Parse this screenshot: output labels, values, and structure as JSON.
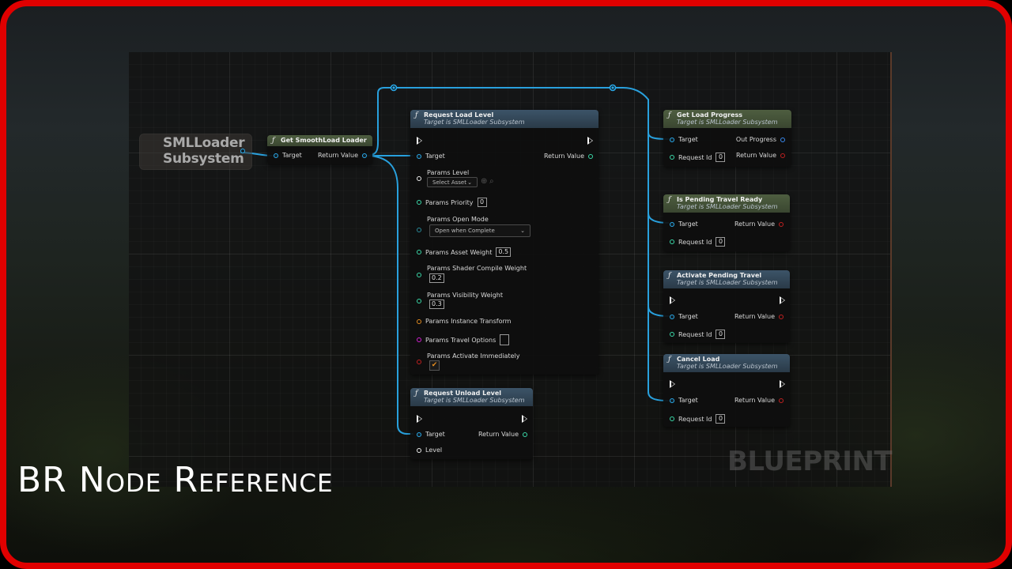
{
  "canvas": {
    "watermark": "BLUEPRINT",
    "title_overlay": "BR Node Reference"
  },
  "subsystem_node": {
    "label_line1": "SMLLoader",
    "label_line2": "Subsystem"
  },
  "get_loader": {
    "title": "Get SmoothLoad Loader",
    "target": "Target",
    "return_value": "Return Value"
  },
  "request_load": {
    "title": "Request Load Level",
    "subtitle": "Target is SMLLoader Subsystem",
    "target": "Target",
    "return_value": "Return Value",
    "params_level": "Params Level",
    "level_select": "Select Asset",
    "params_priority": "Params Priority",
    "priority_value": "0",
    "params_open_mode": "Params Open Mode",
    "open_mode_value": "Open when Complete",
    "params_asset_weight": "Params Asset Weight",
    "asset_weight_value": "0.5",
    "params_shader_weight": "Params Shader Compile Weight",
    "shader_weight_value": "0.2",
    "params_visibility_weight": "Params Visibility Weight",
    "visibility_weight_value": "0.3",
    "params_instance_transform": "Params Instance Transform",
    "params_travel_options": "Params Travel Options",
    "params_activate_immediately": "Params Activate Immediately",
    "activate_immediately": true
  },
  "request_unload": {
    "title": "Request Unload Level",
    "subtitle": "Target is SMLLoader Subsystem",
    "target": "Target",
    "return_value": "Return Value",
    "level": "Level"
  },
  "get_progress": {
    "title": "Get Load Progress",
    "subtitle": "Target is SMLLoader Subsystem",
    "target": "Target",
    "out_progress": "Out Progress",
    "request_id": "Request Id",
    "request_id_value": "0",
    "return_value": "Return Value"
  },
  "pending_ready": {
    "title": "Is Pending Travel Ready",
    "subtitle": "Target is SMLLoader Subsystem",
    "target": "Target",
    "return_value": "Return Value",
    "request_id": "Request Id",
    "request_id_value": "0"
  },
  "activate_pending": {
    "title": "Activate Pending Travel",
    "subtitle": "Target is SMLLoader Subsystem",
    "target": "Target",
    "return_value": "Return Value",
    "request_id": "Request Id",
    "request_id_value": "0"
  },
  "cancel_load": {
    "title": "Cancel Load",
    "subtitle": "Target is SMLLoader Subsystem",
    "target": "Target",
    "return_value": "Return Value",
    "request_id": "Request Id",
    "request_id_value": "0"
  },
  "colors": {
    "frame": "#e00000",
    "object_pin": "#2aa8e8",
    "pure_header": "#4e5e40",
    "callable_header": "#3c5468"
  },
  "icons": {
    "function": "function-icon",
    "exec": "exec-pin-icon",
    "asset_browse": "browse-icon",
    "asset_search": "search-icon",
    "checkbox": "checkmark-icon",
    "dropdown": "chevron-down-icon"
  }
}
